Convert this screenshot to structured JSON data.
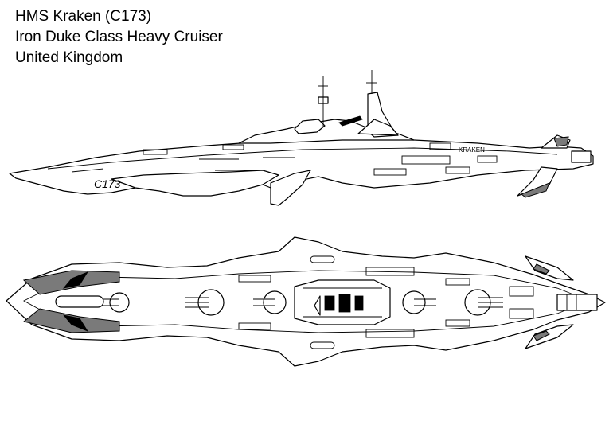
{
  "header": {
    "name_line": "HMS Kraken (C173)",
    "class_line": "Iron Duke Class Heavy Cruiser",
    "nation_line": "United Kingdom"
  },
  "side_view": {
    "hull_number": "C173",
    "ship_name_marking": "KRAKEN"
  },
  "colors": {
    "line": "#000000",
    "paper": "#ffffff",
    "stripe_grey": "#7a7a7a"
  }
}
